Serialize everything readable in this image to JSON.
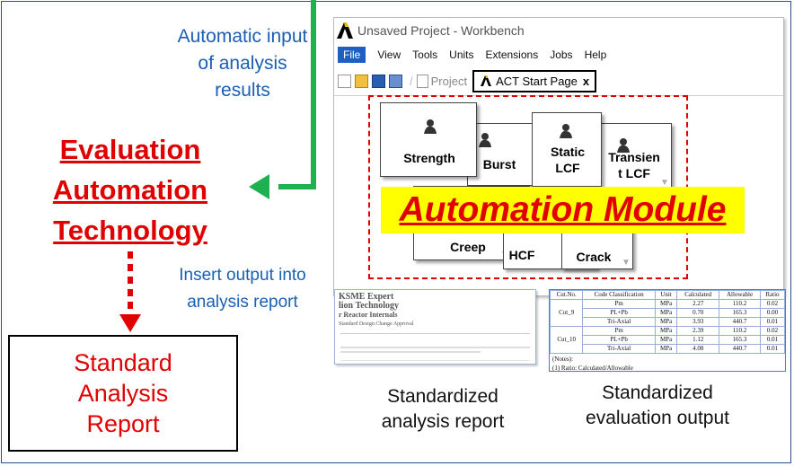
{
  "labels": {
    "automatic_input": "Automatic input of analysis results",
    "evaluation": [
      "Evaluation",
      "Automation",
      "Technology"
    ],
    "insert_output": [
      "Insert output  into",
      "analysis report"
    ],
    "standard_report": [
      "Standard",
      "Analysis",
      "Report"
    ],
    "caption_report": [
      "Standardized",
      "analysis report"
    ],
    "caption_eval": [
      "Standardized",
      "evaluation output"
    ],
    "automation_module": "Automation Module"
  },
  "workbench": {
    "title": "Unsaved Project - Workbench",
    "menu": [
      "File",
      "View",
      "Tools",
      "Units",
      "Extensions",
      "Jobs",
      "Help"
    ],
    "project_tab": "Project",
    "act_tab": "ACT Start Page",
    "act_tab_close": "x"
  },
  "modules": {
    "strength": "Strength",
    "burst": "Burst",
    "static_lcf": [
      "Static",
      "LCF"
    ],
    "transient_lcf": [
      "Transien",
      "t LCF"
    ],
    "creep": "Creep",
    "hcf": "HCF",
    "crack": "Crack"
  },
  "analysis_report_doc": {
    "lines": [
      "KSME Expert",
      "lion Technology",
      "r Reactor Internals",
      "Standard Design Change Approval"
    ]
  },
  "evaluation_table": {
    "headers": [
      "Cut.No.",
      "Code Classification",
      "Unit",
      "Calculated",
      "Allowable",
      "Ratio"
    ],
    "rows": [
      {
        "cut": "Cut_9",
        "code": "Pm",
        "unit": "MPa",
        "calc": "2.27",
        "allow": "110.2",
        "ratio": "0.02"
      },
      {
        "cut": "",
        "code": "PL+Pb",
        "unit": "MPa",
        "calc": "0.70",
        "allow": "165.3",
        "ratio": "0.00"
      },
      {
        "cut": "",
        "code": "Tri-Axial",
        "unit": "MPa",
        "calc": "3.93",
        "allow": "440.7",
        "ratio": "0.01"
      },
      {
        "cut": "Cut_10",
        "code": "Pm",
        "unit": "MPa",
        "calc": "2.39",
        "allow": "110.2",
        "ratio": "0.02"
      },
      {
        "cut": "",
        "code": "PL+Pb",
        "unit": "MPa",
        "calc": "1.12",
        "allow": "165.3",
        "ratio": "0.01"
      },
      {
        "cut": "",
        "code": "Tri-Axial",
        "unit": "MPa",
        "calc": "4.08",
        "allow": "440.7",
        "ratio": "0.01"
      }
    ],
    "notes": [
      "(Notes):",
      "(1) Ratio: Calculated/Allowable"
    ]
  },
  "colors": {
    "green_arrow": "#1fb050",
    "red": "#e00000",
    "blue_text": "#1a5fb4",
    "banner_yellow": "#ffff00"
  }
}
